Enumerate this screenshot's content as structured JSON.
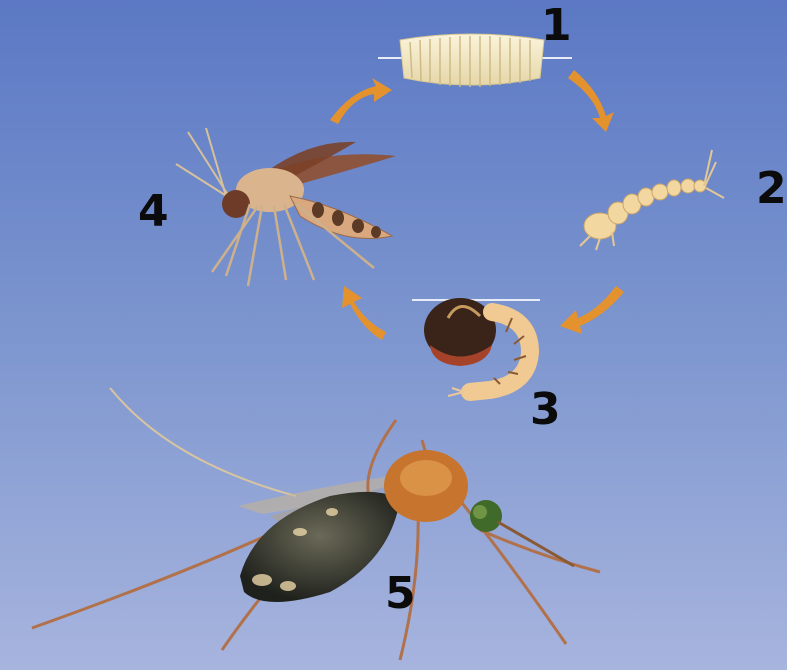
{
  "stages": [
    {
      "number": "1",
      "icon": "egg-raft-icon"
    },
    {
      "number": "2",
      "icon": "larva-icon"
    },
    {
      "number": "3",
      "icon": "pupa-icon"
    },
    {
      "number": "4",
      "icon": "adult-mosquito-icon"
    },
    {
      "number": "5",
      "icon": "mosquito-photo"
    }
  ],
  "colors": {
    "background_top": "#5b78c4",
    "background_bottom": "#a7b4de",
    "arrow": "#e4922e",
    "label": "#0b0b0b"
  }
}
